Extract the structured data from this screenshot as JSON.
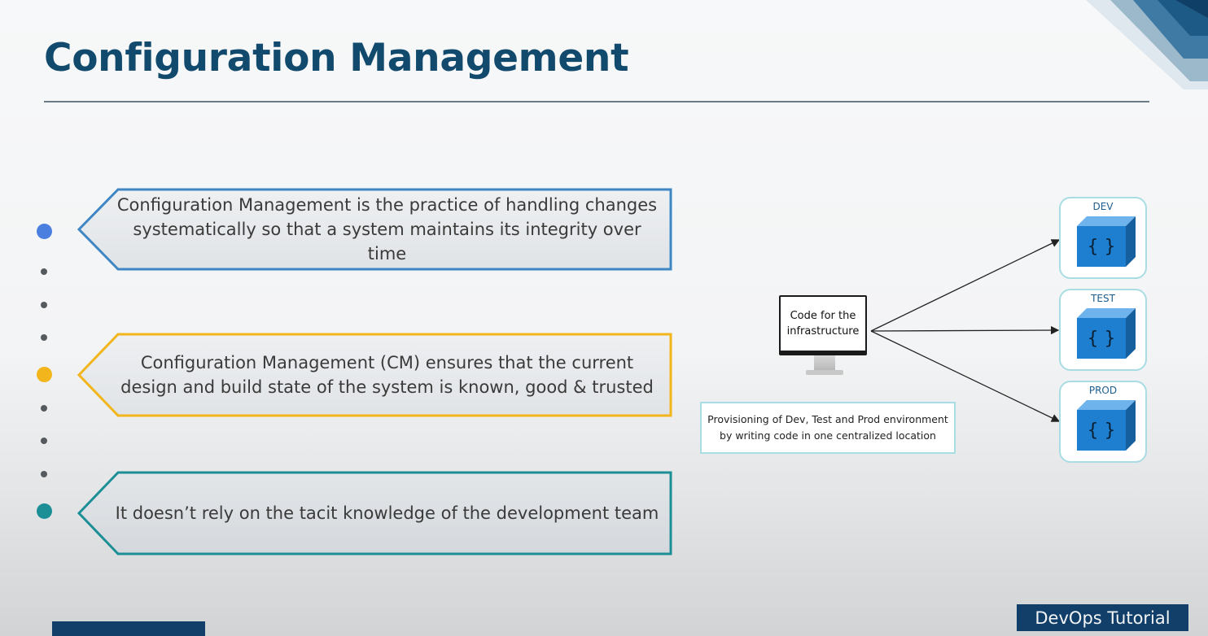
{
  "slide": {
    "title": "Configuration Management"
  },
  "points": [
    {
      "text": "Configuration Management is the practice of handling changes systematically so that a system maintains its integrity over time",
      "color": "#2e86c1",
      "dot_color": "#4a7fe0"
    },
    {
      "text": "Configuration Management (CM) ensures that the current design and build state of the system is known, good & trusted",
      "color": "#f2b51b",
      "dot_color": "#f2b51b"
    },
    {
      "text": "It doesn’t rely on the tacit knowledge of the development team",
      "color": "#1c8f96",
      "dot_color": "#1c8f96"
    }
  ],
  "diagram": {
    "computer_label": "Code for the infrastructure",
    "note": "Provisioning of Dev, Test and Prod environment by writing code in one centralized location",
    "environments": [
      {
        "label": "DEV"
      },
      {
        "label": "TEST"
      },
      {
        "label": "PROD"
      }
    ],
    "cube_symbol": "{ }",
    "cube_color": "#1e7fd0"
  },
  "footer": {
    "brand": "DevOps Tutorial"
  }
}
